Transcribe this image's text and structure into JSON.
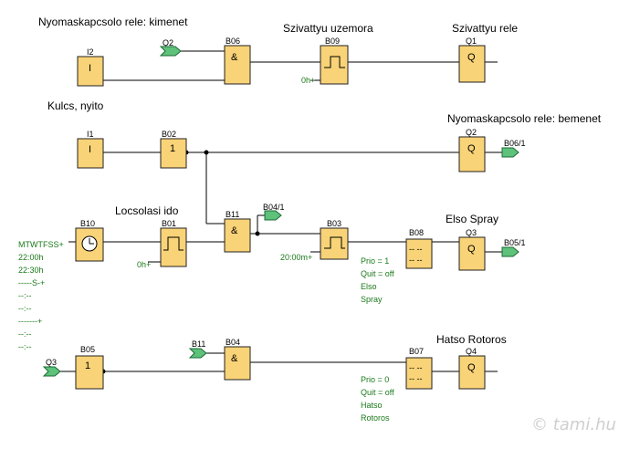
{
  "titles": {
    "i2": "Nyomaskapcsolo rele: kimenet",
    "b09": "Szivattyu uzemora",
    "q1": "Szivattyu rele",
    "i1": "Kulcs, nyito",
    "q2": "Nyomaskapcsolo rele: bemenet",
    "b01": "Locsolasi ido",
    "q3": "Elso Spray",
    "q4": "Hatso Rotoros"
  },
  "blocks": {
    "i2": {
      "id": "I2",
      "symbol": "I"
    },
    "b06": {
      "id": "B06",
      "symbol": "&"
    },
    "b09": {
      "id": "B09",
      "param": "0h+"
    },
    "q1": {
      "id": "Q1",
      "symbol": "Q"
    },
    "i1": {
      "id": "I1",
      "symbol": "I"
    },
    "b02": {
      "id": "B02",
      "symbol": "1"
    },
    "q2": {
      "id": "Q2",
      "symbol": "Q"
    },
    "b10": {
      "id": "B10"
    },
    "b01": {
      "id": "B01",
      "param": "0h+"
    },
    "b11": {
      "id": "B11",
      "symbol": "&"
    },
    "b03": {
      "id": "B03",
      "param": "20:00m+"
    },
    "b08": {
      "id": "B08",
      "symbol": "-- --"
    },
    "q3": {
      "id": "Q3",
      "symbol": "Q"
    },
    "b05": {
      "id": "B05",
      "symbol": "1"
    },
    "b04": {
      "id": "B04",
      "symbol": "&"
    },
    "b07": {
      "id": "B07",
      "symbol": "-- --"
    },
    "q4": {
      "id": "Q4",
      "symbol": "Q"
    }
  },
  "flags": {
    "q2_in": "Q2",
    "b06_out": "B06/1",
    "b04_out": "B04/1",
    "b05_out": "B05/1",
    "q3_in": "Q3",
    "b11_in": "B11"
  },
  "b10_params": [
    "MTWTFSS+",
    "22:00h",
    "22:30h",
    "-----S-+",
    "--:--",
    "--:--",
    "-------+",
    "--:--",
    "--:--"
  ],
  "b08_params": [
    "Prio = 1",
    "Quit = off",
    "Elso",
    "Spray"
  ],
  "b07_params": [
    "Prio = 0",
    "Quit = off",
    "Hatso",
    "Rotoros"
  ],
  "watermark": "© tami.hu",
  "colors": {
    "block_fill": "#f9d377",
    "flag_fill": "#5ec27a",
    "param_text": "#1a7a1a"
  }
}
